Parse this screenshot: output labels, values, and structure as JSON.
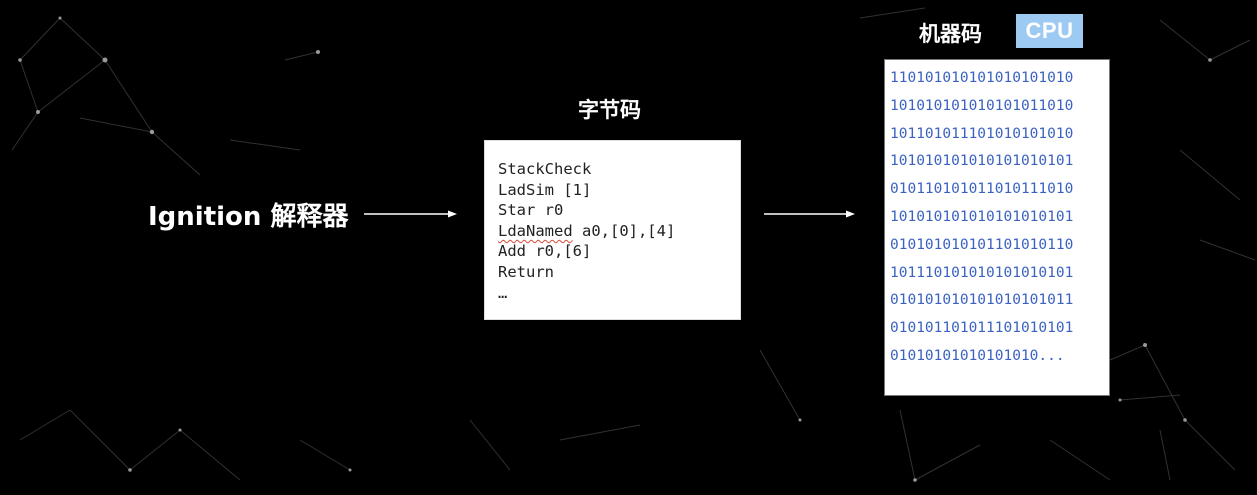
{
  "interpreter": {
    "label": "Ignition 解释器"
  },
  "bytecode": {
    "title": "字节码",
    "lines": [
      "StackCheck",
      "LadSim [1]",
      "Star r0",
      "LdaNamed a0,[0],[4]",
      "Add r0,[6]",
      "Return",
      "…"
    ]
  },
  "machine_code": {
    "title": "机器码",
    "cpu_badge": "CPU",
    "lines": [
      "110101010101010101010",
      "101010101010101011010",
      "101101011101010101010",
      "101010101010101010101",
      "010110101011010111010",
      "101010101010101010101",
      "010101010101101010110",
      "101110101010101010101",
      "010101010101010101011",
      "010101101011101010101",
      "01010101010101010..."
    ]
  },
  "colors": {
    "background": "#000000",
    "cpu_badge_bg": "#9ccaf2",
    "machine_code_text": "#3b62c2",
    "bytecode_text": "#222222",
    "arrow": "#ffffff"
  }
}
